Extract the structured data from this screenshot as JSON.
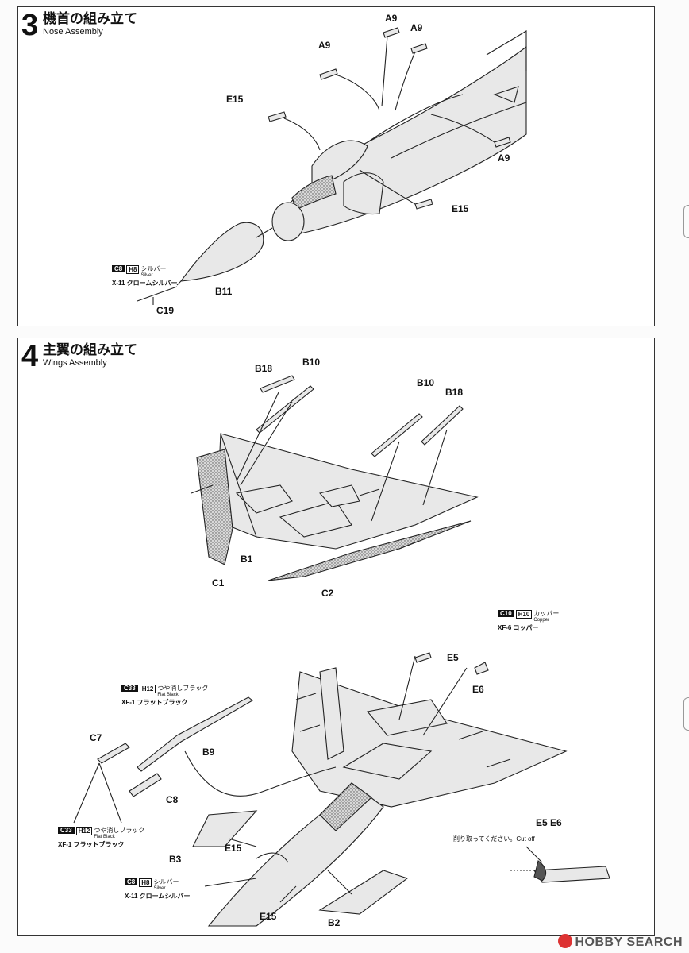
{
  "step3": {
    "number": "3",
    "title_jp": "機首の組み立て",
    "title_en": "Nose Assembly",
    "labels": {
      "a9_1": "A9",
      "a9_2": "A9",
      "a9_3": "A9",
      "a9_4": "A9",
      "e15_1": "E15",
      "e15_2": "E15",
      "b11": "B11",
      "c19": "C19"
    },
    "paint": {
      "c": "C8",
      "h": "H8",
      "jp": "シルバー",
      "en": "Silver",
      "line2": "X-11 クロームシルバー"
    }
  },
  "step4": {
    "number": "4",
    "title_jp": "主翼の組み立て",
    "title_en": "Wings Assembly",
    "labels": {
      "b18_1": "B18",
      "b10_1": "B10",
      "b10_2": "B10",
      "b18_2": "B18",
      "b1": "B1",
      "c1": "C1",
      "c2": "C2",
      "e5": "E5",
      "e6": "E6",
      "c7": "C7",
      "b9": "B9",
      "c8": "C8",
      "b3": "B3",
      "e15_a": "E15",
      "e15_b": "E15",
      "b2": "B2",
      "e5e6": "E5  E6"
    },
    "paint_copper": {
      "c": "C10",
      "h": "H10",
      "jp": "カッパー",
      "en": "Copper",
      "line2": "XF-6 コッパー"
    },
    "paint_black_1": {
      "c": "C33",
      "h": "H12",
      "jp": "つや消しブラック",
      "en": "Flat Black",
      "line2": "XF-1 フラットブラック"
    },
    "paint_black_2": {
      "c": "C33",
      "h": "H12",
      "jp": "つや消しブラック",
      "en": "Flat Black",
      "line2": "XF-1 フラットブラック"
    },
    "paint_silver": {
      "c": "C8",
      "h": "H8",
      "jp": "シルバー",
      "en": "Silver",
      "line2": "X-11 クロームシルバー"
    },
    "cut_note": "削り取ってください。Cut off"
  },
  "watermark": "HOBBY SEARCH"
}
